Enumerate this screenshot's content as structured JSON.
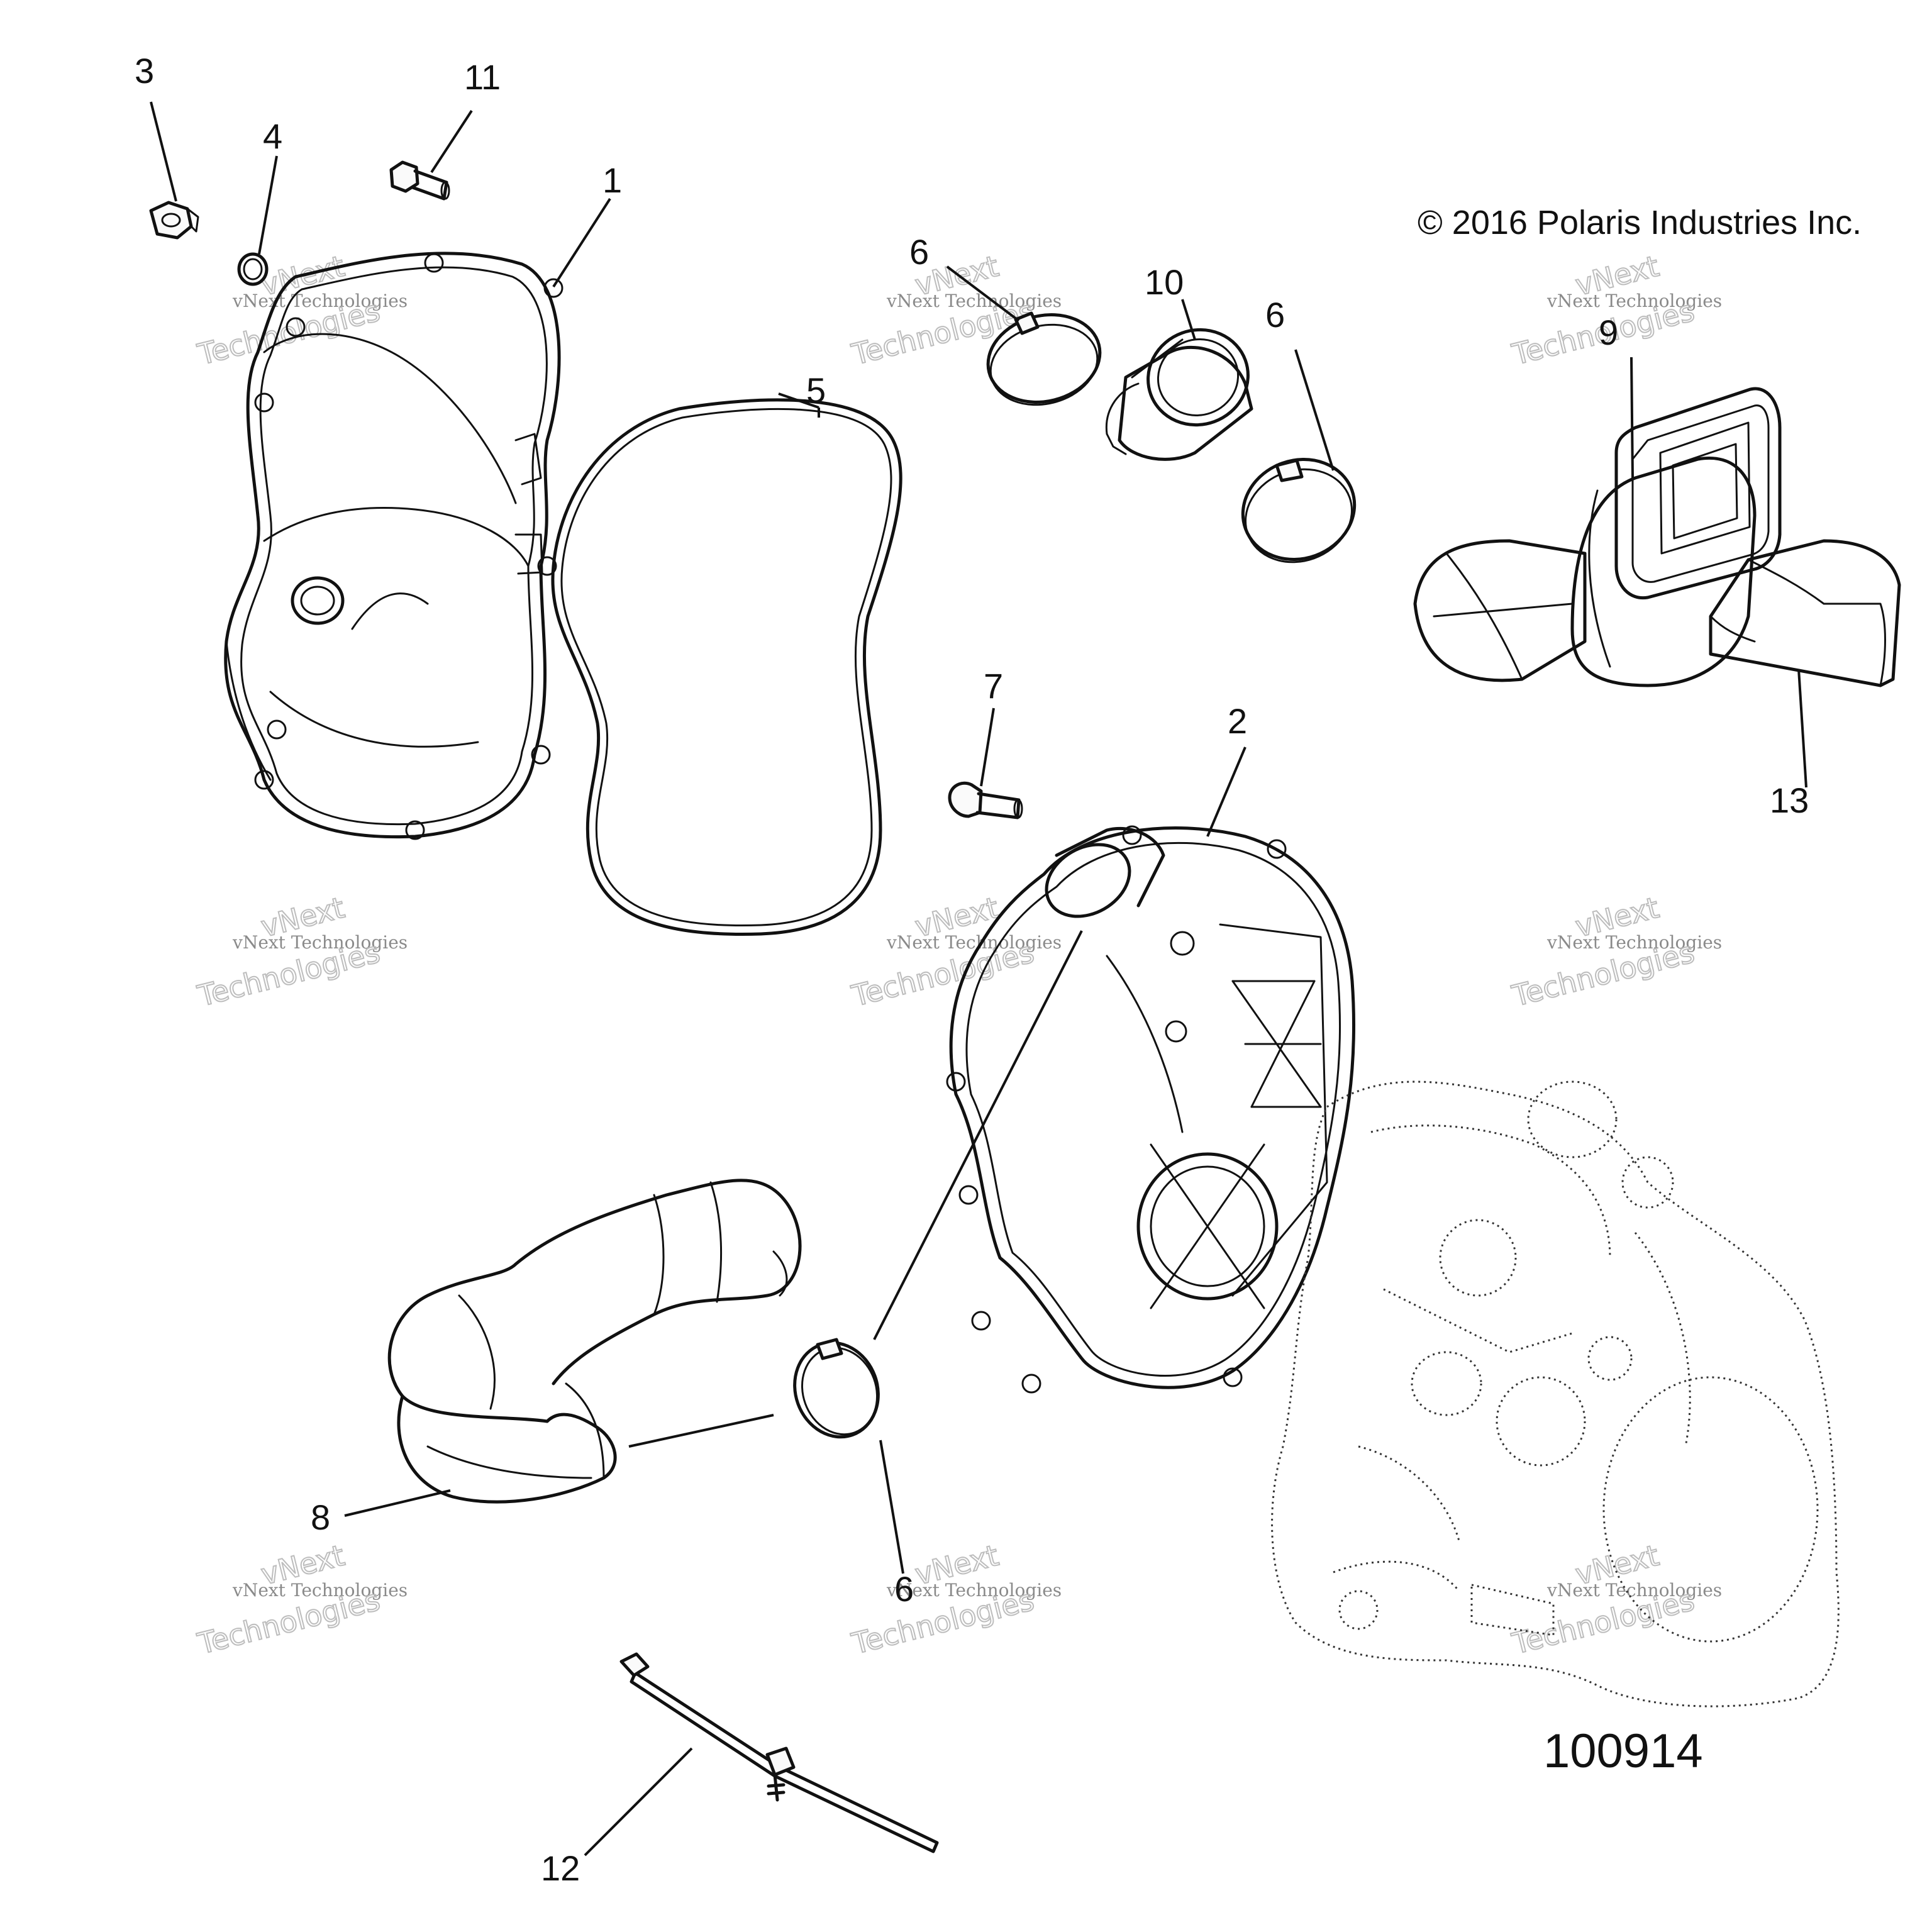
{
  "copyright": "© 2016 Polaris Industries Inc.",
  "diagram_id": "100914",
  "watermark": {
    "brand": "vNext",
    "line1": "vNext Technologies",
    "line2": "Technologies"
  },
  "callouts": [
    "1",
    "2",
    "3",
    "4",
    "5",
    "6",
    "7",
    "8",
    "9",
    "10",
    "11",
    "12",
    "13",
    "6",
    "6"
  ]
}
